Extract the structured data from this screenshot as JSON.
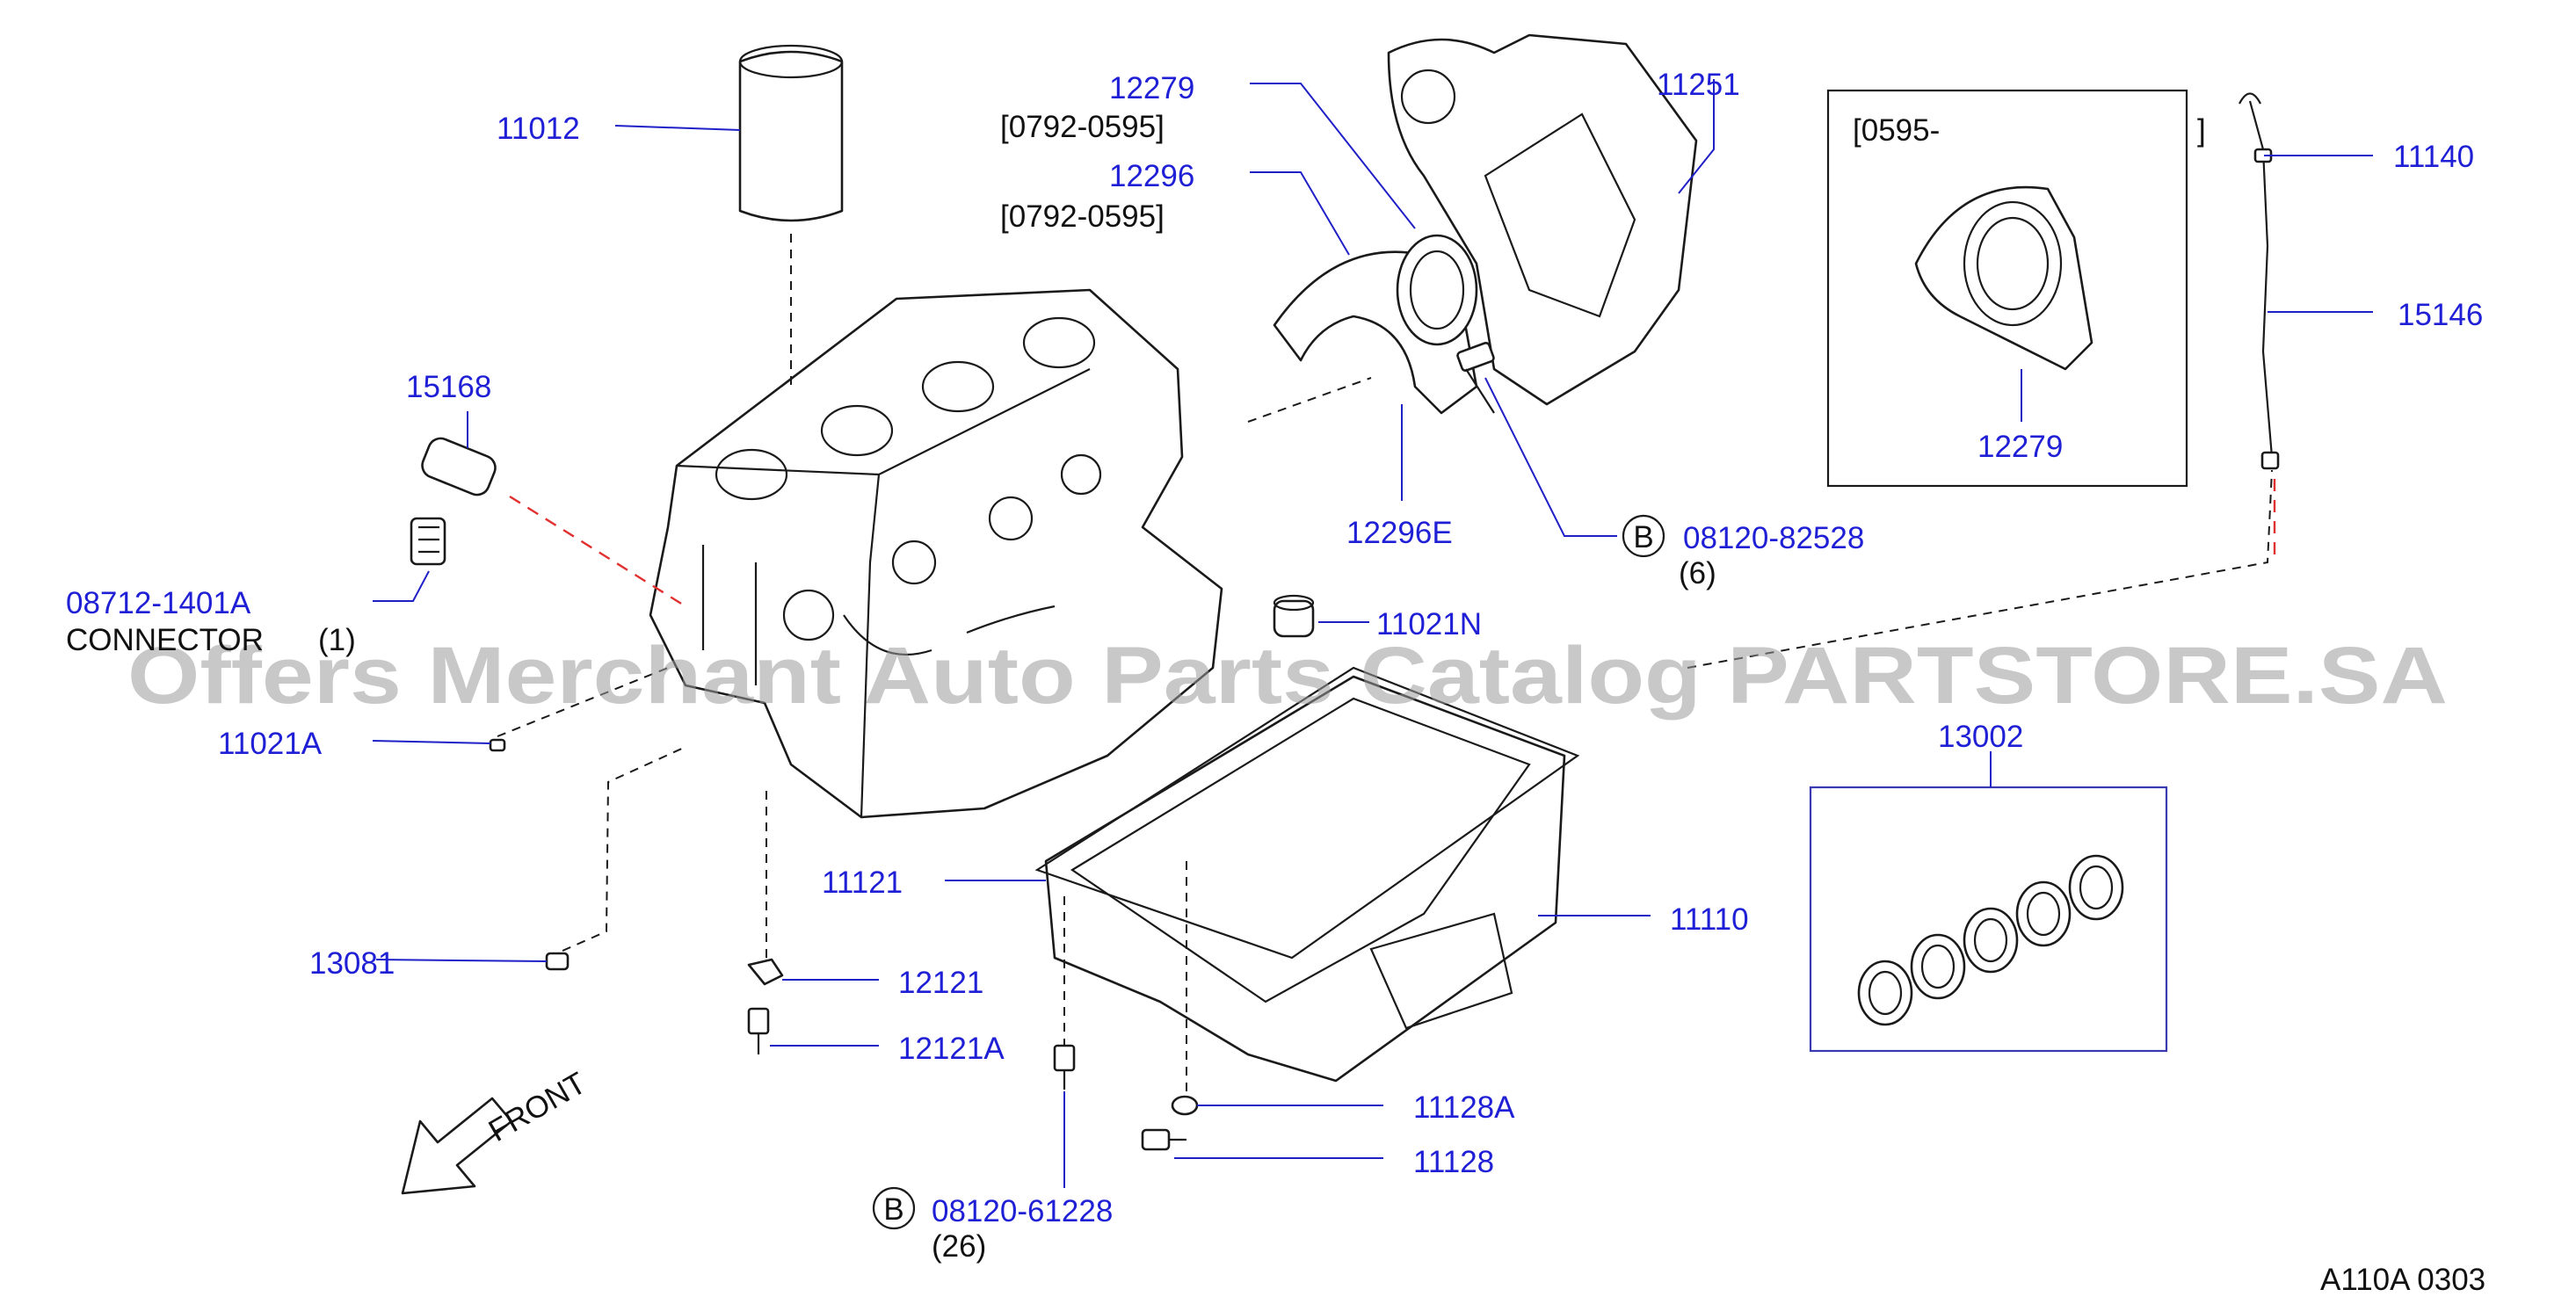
{
  "watermark": "Offers Merchant Auto Parts Catalog PARTSTORE.SA",
  "footer_code": "A110A   0303",
  "front_label": "FRONT",
  "callouts": {
    "p11012": "11012",
    "p15168": "15168",
    "p08712": "08712-1401A",
    "connector": "CONNECTOR",
    "connector_qty": "(1)",
    "p11021A": "11021A",
    "p13081": "13081",
    "p12279_top": "12279",
    "range1": "[0792-0595]",
    "p12296": "12296",
    "range2": "[0792-0595]",
    "p12296E": "12296E",
    "p11251": "11251",
    "inset_range_open": "[0595-",
    "inset_range_close": "]",
    "p12279_inset": "12279",
    "p11140": "11140",
    "p15146": "15146",
    "p08120_82528": "08120-82528",
    "qty6": "(6)",
    "p11021N": "11021N",
    "p13002": "13002",
    "p11121": "11121",
    "p11110": "11110",
    "p12121": "12121",
    "p12121A": "12121A",
    "p11128A": "11128A",
    "p11128": "11128",
    "p08120_61228": "08120-61228",
    "qty26": "(26)",
    "b_marker": "B"
  }
}
